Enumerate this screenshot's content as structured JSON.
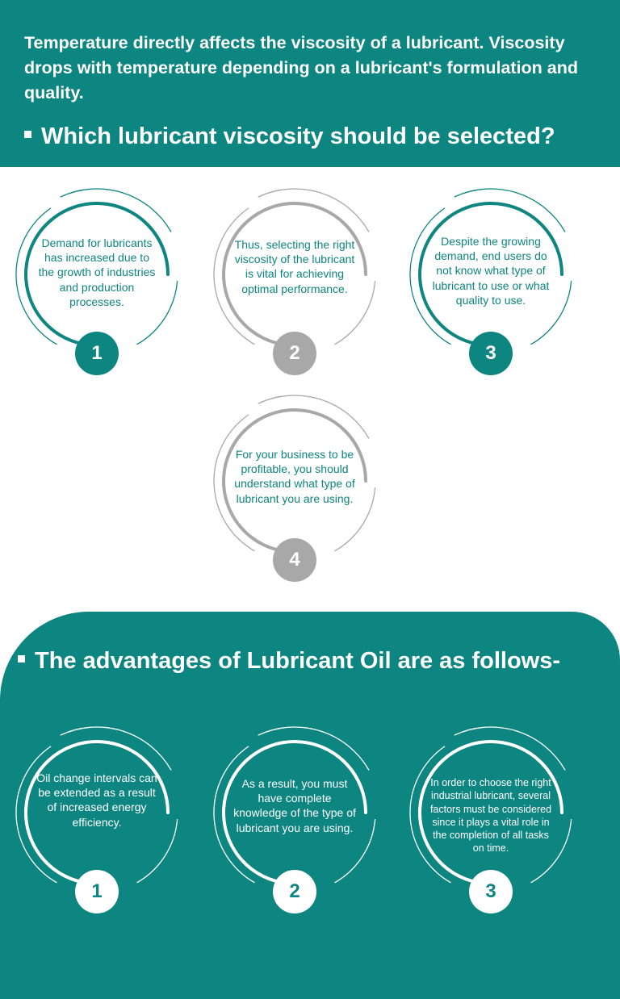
{
  "intro_text": "Temperature directly affects the viscosity of a lubricant. Viscosity drops with temperature depending on a lubricant's formulation and quality.",
  "section1": {
    "heading": "Which lubricant viscosity should be selected?",
    "items": [
      {
        "number": "1",
        "text": "Demand for lubricants has increased due to the growth of industries and production processes."
      },
      {
        "number": "2",
        "text": "Thus, selecting the right viscosity of the lubricant is vital for achieving optimal performance."
      },
      {
        "number": "3",
        "text": "Despite the growing demand, end users do not know what type of lubricant to use or what quality to use."
      },
      {
        "number": "4",
        "text": "For your business to be profitable, you should understand what type of lubricant you are using."
      }
    ]
  },
  "section2": {
    "heading": "The advantages of Lubricant Oil are as follows-",
    "items": [
      {
        "number": "1",
        "text": "Oil change intervals can be extended as a result of increased energy efficiency."
      },
      {
        "number": "2",
        "text": "As a result, you must have complete knowledge of the type of lubricant you are using."
      },
      {
        "number": "3",
        "text": "In order to choose the right industrial lubricant, several factors must be considered since it plays a vital role in the completion of all tasks on time."
      }
    ]
  },
  "colors": {
    "teal": "#0d8580",
    "gray": "#a8a8a8",
    "white": "#ffffff"
  }
}
